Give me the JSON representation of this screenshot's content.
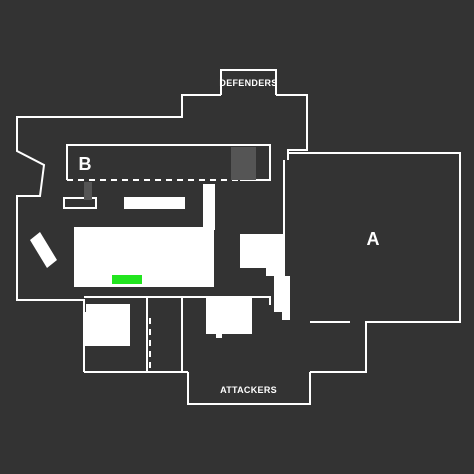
{
  "map": {
    "background": "#333333",
    "wall_color": "#ffffff",
    "obstacle_color": "#ffffff",
    "dark_block_color": "#555555",
    "marker_color": "#22e51f"
  },
  "labels": {
    "defenders": "DEFENDERS",
    "attackers": "ATTACKERS",
    "site_a": "A",
    "site_b": "B"
  }
}
